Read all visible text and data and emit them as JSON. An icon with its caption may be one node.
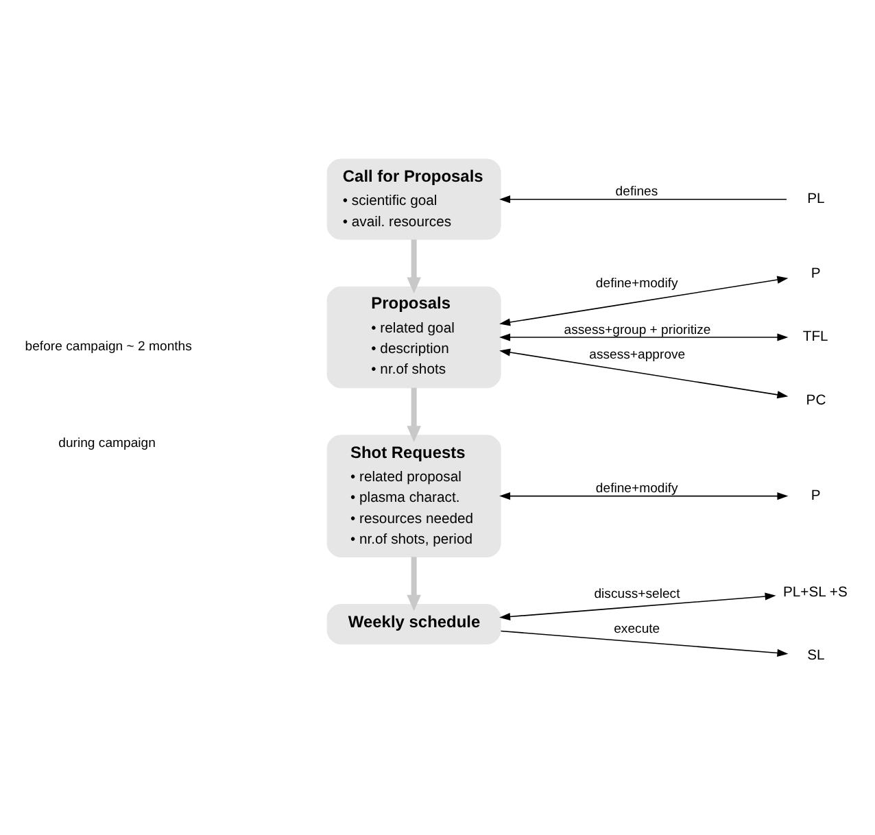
{
  "diagram": {
    "nodes": [
      {
        "text": [
          "Call for Proposals",
          "• scientific goal",
          "• avail. resources"
        ]
      },
      {
        "text": [
          "Proposals",
          "• related goal",
          "• description",
          "• nr.of shots"
        ]
      },
      {
        "text": [
          "Shot Requests",
          "• related proposal",
          "• plasma charact.",
          "• resources needed",
          "• nr.of shots, period"
        ]
      },
      {
        "text": [
          "Weekly schedule"
        ]
      },
      {
        "text": [
          "PL"
        ]
      },
      {
        "text": [
          "P"
        ]
      },
      {
        "text": [
          "TFL"
        ]
      },
      {
        "text": [
          "PC"
        ]
      },
      {
        "text": [
          "P"
        ]
      },
      {
        "text": [
          "PL+SL +S"
        ]
      },
      {
        "text": [
          "SL"
        ]
      }
    ],
    "edges": [
      {
        "from": 0,
        "to": 1,
        "arrow": "to",
        "style": "thick",
        "color": "#c8c8c8"
      },
      {
        "from": 1,
        "to": 2,
        "arrow": "to",
        "style": "thick",
        "color": "#c8c8c8"
      },
      {
        "from": 2,
        "to": 3,
        "arrow": "to",
        "style": "thick",
        "color": "#c8c8c8"
      },
      {
        "from": 4,
        "to": 0,
        "arrow": "to",
        "label": "defines"
      },
      {
        "from": 1,
        "to": 5,
        "arrow": "both",
        "label": "define+modify"
      },
      {
        "from": 1,
        "to": 6,
        "arrow": "both",
        "label": "assess+group + prioritize"
      },
      {
        "from": 1,
        "to": 7,
        "arrow": "both",
        "label": "assess+approve"
      },
      {
        "from": 2,
        "to": 8,
        "arrow": "both",
        "label": "define+modify"
      },
      {
        "from": 3,
        "to": 9,
        "arrow": "both",
        "label": "discuss+select"
      },
      {
        "from": 3,
        "to": 10,
        "arrow": "to",
        "label": "execute"
      }
    ],
    "labels": [
      "before campaign ~ 2 months",
      "during campaign"
    ]
  }
}
